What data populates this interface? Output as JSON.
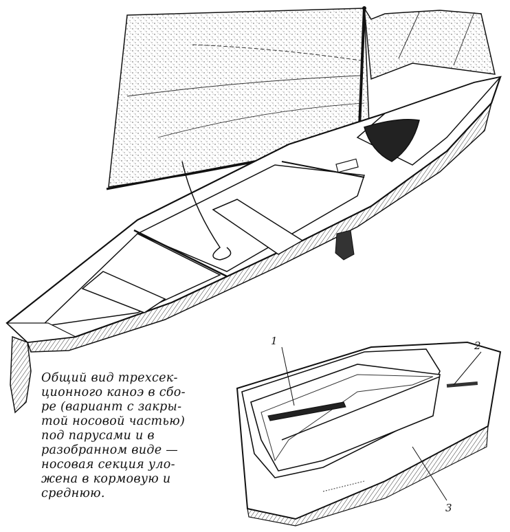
{
  "caption": {
    "lines": [
      "Общий вид трехсек-",
      "ционного каноэ в сбо-",
      "ре (вариант с закры-",
      "той носовой частью)",
      "под парусами и в",
      "разобранном виде —",
      "носовая секция уло-",
      "жена в кормовую и",
      "среднюю."
    ]
  },
  "labels": {
    "part_1": "1",
    "part_2": "2",
    "part_3": "3"
  },
  "colors": {
    "ink": "#111111",
    "paper": "#ffffff",
    "shade": "#555555"
  }
}
